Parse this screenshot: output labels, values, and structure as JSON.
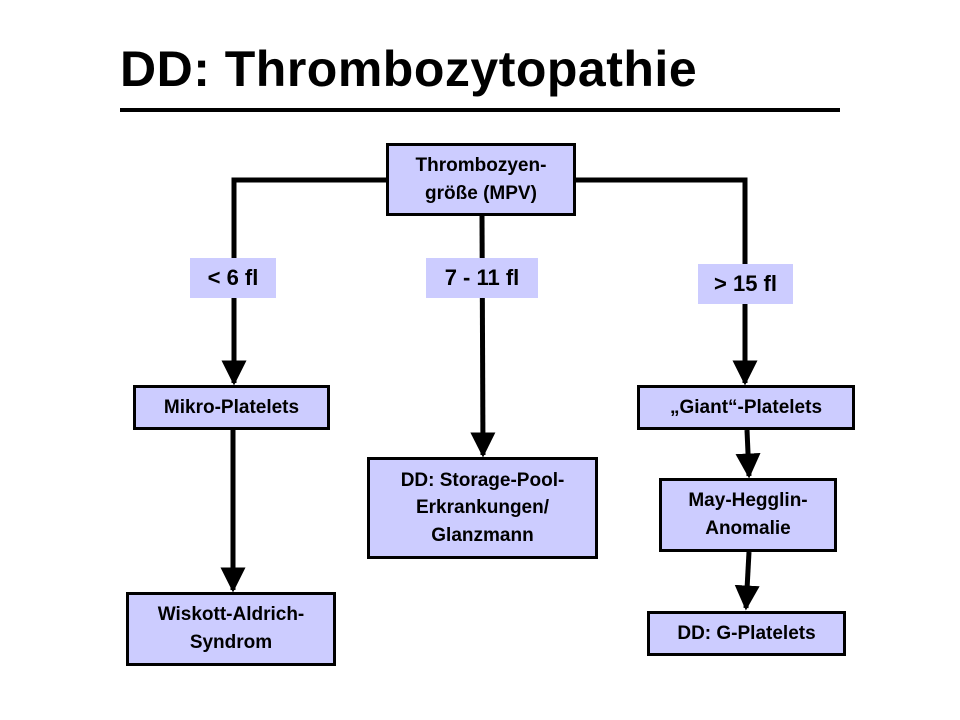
{
  "title": "DD: Thrombozytopathie",
  "nodes": {
    "root": "Thrombozyen-\ngröße (MPV)",
    "micro": "Mikro-Platelets",
    "giant": "„Giant“-Platelets",
    "storage_pool": "DD: Storage-Pool-\nErkrankungen/\nGlanzmann",
    "wiskott": "Wiskott-Aldrich-\nSyndrom",
    "may_hegglin": "May-Hegglin-\nAnomalie",
    "g_platelets": "DD: G-Platelets"
  },
  "branch_labels": {
    "small": "< 6 fl",
    "normal": "7 - 11 fl",
    "large": "> 15 fl"
  },
  "colors": {
    "box_fill": "#ccccff",
    "line": "#000000"
  }
}
